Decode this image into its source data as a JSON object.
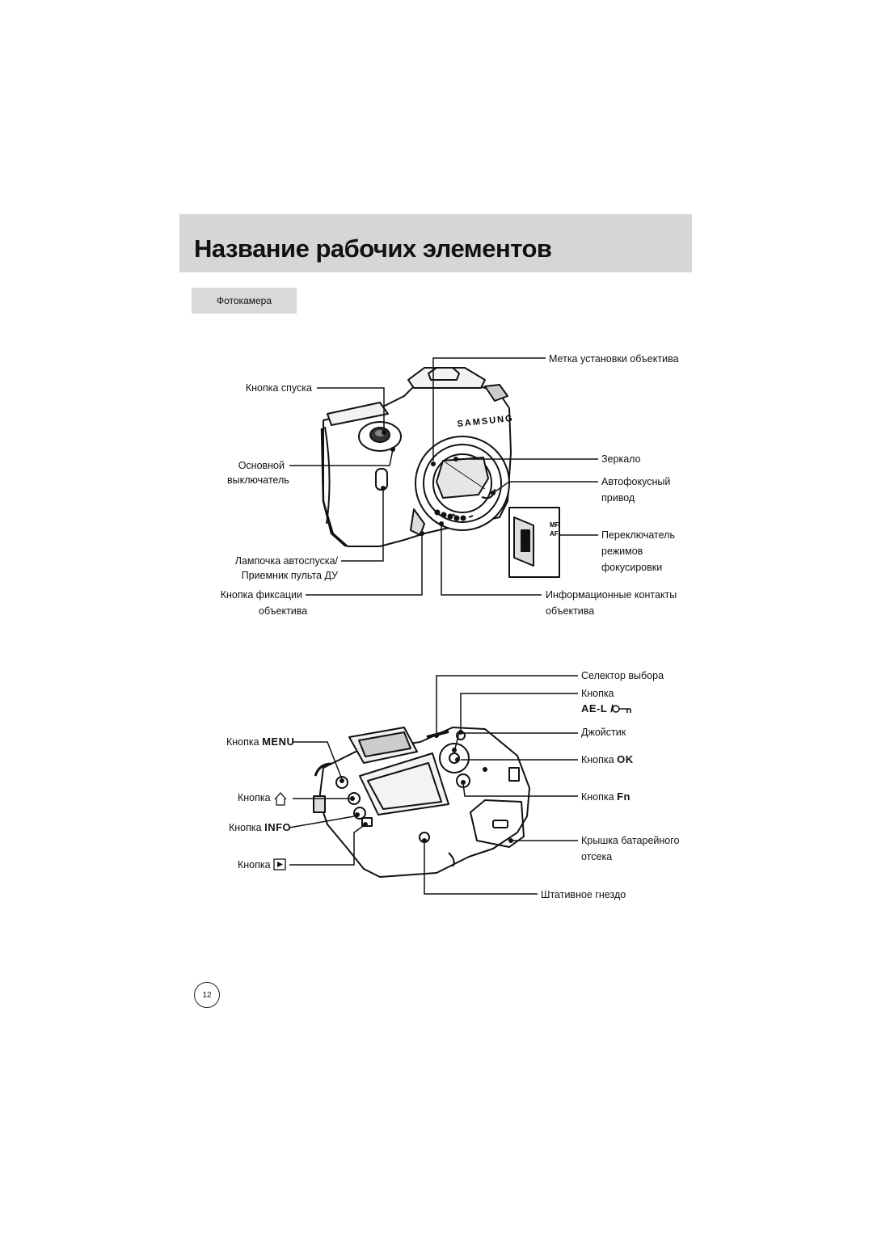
{
  "page": {
    "title": "Название рабочих элементов",
    "section": "Фотокамера",
    "page_number": "12"
  },
  "front_view": {
    "brand": "SAMSUNG",
    "mf_label": "MF",
    "af_label": "AF",
    "labels": {
      "shutter_button": "Кнопка спуска",
      "main_switch_1": "Основной",
      "main_switch_2": "выключатель",
      "self_timer_1": "Лампочка автоспуска/",
      "self_timer_2": "Приемник пульта ДУ",
      "lens_lock_1": "Кнопка фиксации",
      "lens_lock_2": "объектива",
      "lens_mount_mark": "Метка установки объектива",
      "mirror": "Зеркало",
      "af_drive_1": "Автофокусный",
      "af_drive_2": "привод",
      "focus_switch_1": "Переключатель",
      "focus_switch_2": "режимов",
      "focus_switch_3": "фокусировки",
      "lens_contacts_1": "Информационные контакты",
      "lens_contacts_2": "объектива"
    }
  },
  "back_view": {
    "labels": {
      "button_word": "Кнопка",
      "menu": "MENU",
      "info": "INFO",
      "selector": "Селектор выбора",
      "ael_button": "Кнопка",
      "ael_symbol": "AE-L / ⬚",
      "joystick": "Джойстик",
      "ok": "OK",
      "fn": "Fn",
      "battery_cover_1": "Крышка батарейного",
      "battery_cover_2": "отсека",
      "tripod": "Штативное гнездо"
    }
  }
}
